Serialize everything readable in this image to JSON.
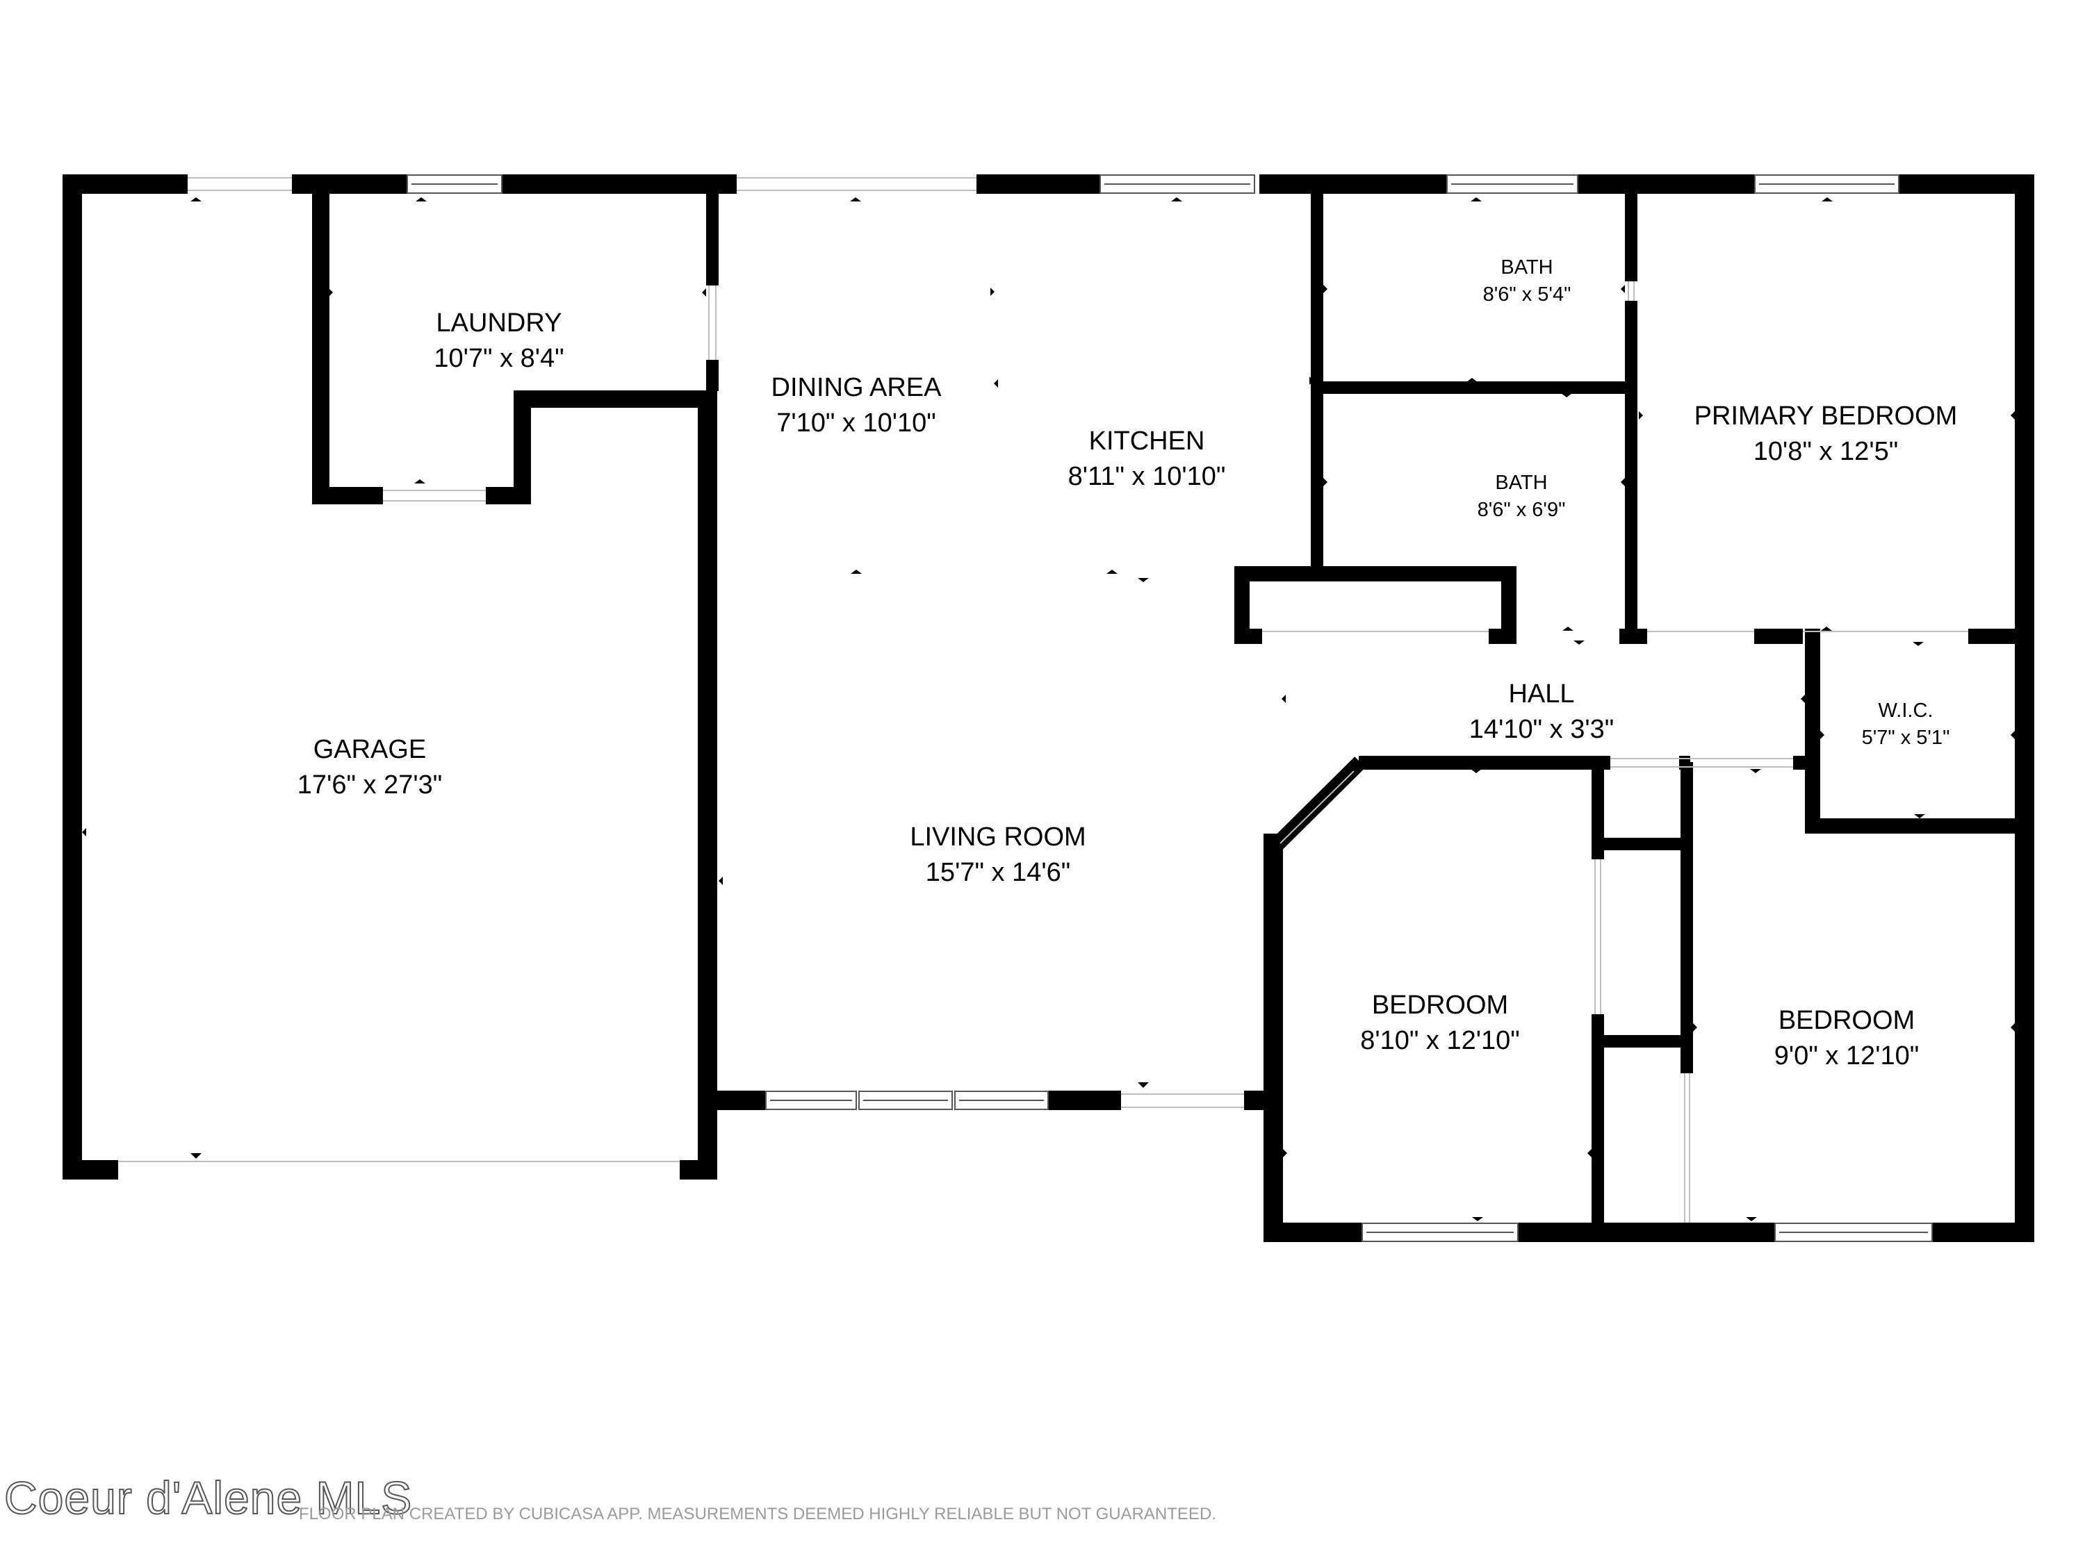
{
  "rooms": {
    "garage": {
      "name": "GARAGE",
      "dims": "17'6\" x 27'3\""
    },
    "laundry": {
      "name": "LAUNDRY",
      "dims": "10'7\" x 8'4\""
    },
    "dining": {
      "name": "DINING AREA",
      "dims": "7'10\" x 10'10\""
    },
    "kitchen": {
      "name": "KITCHEN",
      "dims": "8'11\" x 10'10\""
    },
    "living": {
      "name": "LIVING ROOM",
      "dims": "15'7\" x 14'6\""
    },
    "bath1": {
      "name": "BATH",
      "dims": "8'6\" x 5'4\""
    },
    "bath2": {
      "name": "BATH",
      "dims": "8'6\" x 6'9\""
    },
    "primary": {
      "name": "PRIMARY BEDROOM",
      "dims": "10'8\" x 12'5\""
    },
    "hall": {
      "name": "HALL",
      "dims": "14'10\" x 3'3\""
    },
    "wic": {
      "name": "W.I.C.",
      "dims": "5'7\" x 5'1\""
    },
    "bedroom1": {
      "name": "BEDROOM",
      "dims": "8'10\" x 12'10\""
    },
    "bedroom2": {
      "name": "BEDROOM",
      "dims": "9'0\" x 12'10\""
    }
  },
  "watermark": "Coeur d'Alene MLS",
  "disclaimer": "FLOOR PLAN CREATED BY CUBICASA APP. MEASUREMENTS DEEMED HIGHLY RELIABLE BUT NOT GUARANTEED.",
  "colors": {
    "wall": "#000000",
    "window": "#ffffff",
    "background": "#ffffff"
  }
}
